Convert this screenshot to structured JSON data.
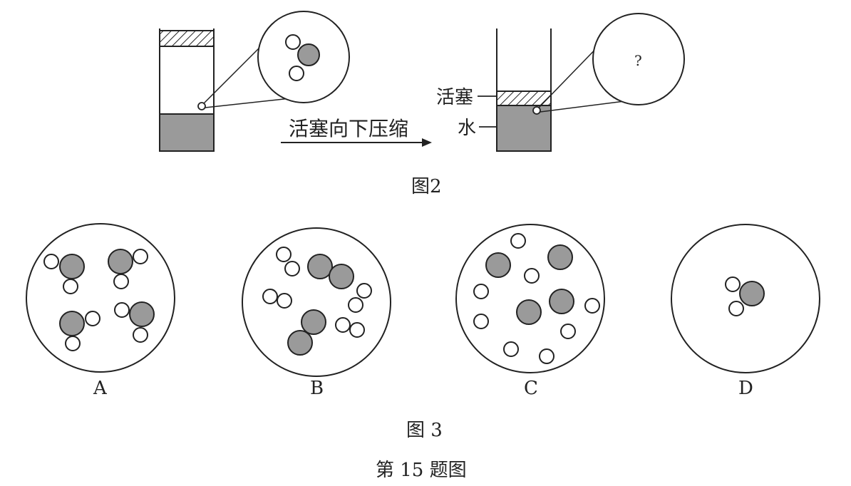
{
  "figure2": {
    "arrow_label": "活塞向下压缩",
    "piston_label": "活塞",
    "water_label": "水",
    "unknown_mark": "?",
    "caption": "图2"
  },
  "figure3": {
    "options": [
      {
        "label": "A"
      },
      {
        "label": "B"
      },
      {
        "label": "C"
      },
      {
        "label": "D"
      }
    ],
    "caption": "图 3"
  },
  "problem_caption": "第 15 题图",
  "colors": {
    "line": "#222222",
    "water_fill": "#9a9a9a",
    "oxygen_fill": "#9a9a9a",
    "hydrogen_fill": "#ffffff",
    "background": "#ffffff"
  }
}
